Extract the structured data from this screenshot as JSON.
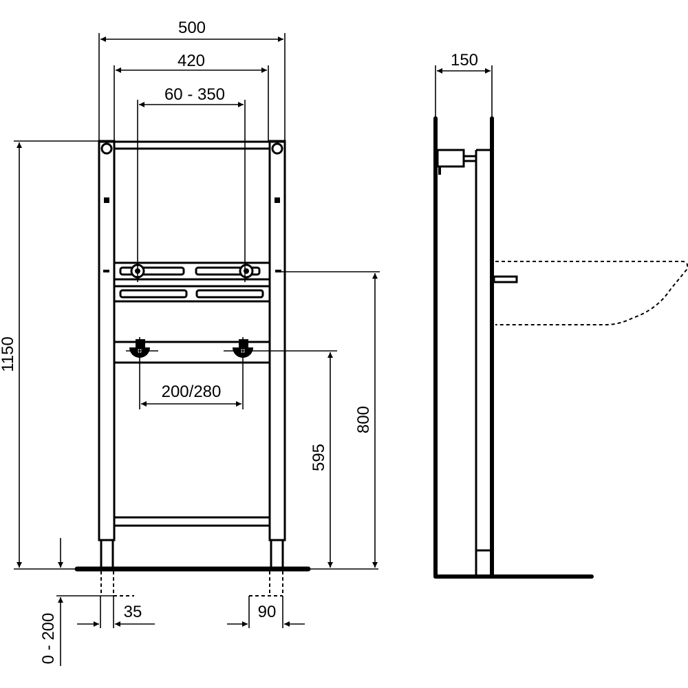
{
  "drawing": {
    "front_view": {
      "dimensions": {
        "overall_width": "500",
        "inner_width": "420",
        "supply_spacing": "60 - 350",
        "waste_spacing": "200/280",
        "overall_height": "1150",
        "supply_height": "800",
        "waste_height": "595",
        "foot_extension": "0 - 200",
        "foot_width": "35",
        "foot_plate_width": "90"
      }
    },
    "side_view": {
      "dimensions": {
        "depth": "150"
      }
    },
    "colors": {
      "line": "#000000",
      "background": "#ffffff"
    }
  }
}
